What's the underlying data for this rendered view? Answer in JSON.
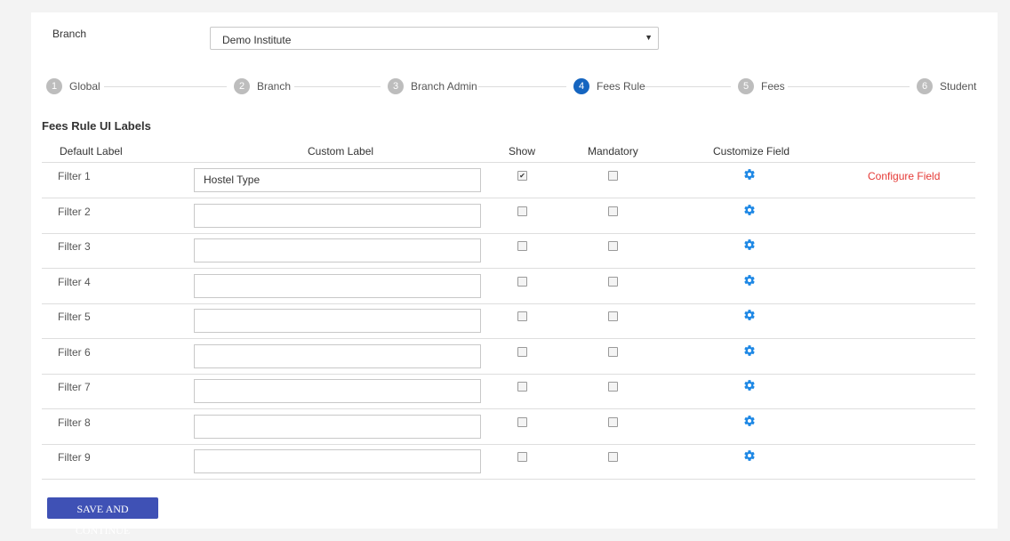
{
  "branch": {
    "label": "Branch",
    "selected": "Demo Institute"
  },
  "steps": [
    {
      "num": "1",
      "label": "Global"
    },
    {
      "num": "2",
      "label": "Branch"
    },
    {
      "num": "3",
      "label": "Branch Admin"
    },
    {
      "num": "4",
      "label": "Fees Rule",
      "active": true
    },
    {
      "num": "5",
      "label": "Fees"
    },
    {
      "num": "6",
      "label": "Student"
    }
  ],
  "section_title": "Fees Rule UI Labels",
  "table": {
    "headers": {
      "default_label": "Default Label",
      "custom_label": "Custom Label",
      "show": "Show",
      "mandatory": "Mandatory",
      "customize_field": "Customize Field"
    },
    "rows": [
      {
        "label": "Filter 1",
        "custom": "Hostel Type",
        "show": true,
        "mandatory": false,
        "configure_text": "Configure Field"
      },
      {
        "label": "Filter 2",
        "custom": "",
        "show": false,
        "mandatory": false
      },
      {
        "label": "Filter 3",
        "custom": "",
        "show": false,
        "mandatory": false
      },
      {
        "label": "Filter 4",
        "custom": "",
        "show": false,
        "mandatory": false
      },
      {
        "label": "Filter 5",
        "custom": "",
        "show": false,
        "mandatory": false
      },
      {
        "label": "Filter 6",
        "custom": "",
        "show": false,
        "mandatory": false
      },
      {
        "label": "Filter 7",
        "custom": "",
        "show": false,
        "mandatory": false
      },
      {
        "label": "Filter 8",
        "custom": "",
        "show": false,
        "mandatory": false
      },
      {
        "label": "Filter 9",
        "custom": "",
        "show": false,
        "mandatory": false
      }
    ]
  },
  "save_button": "Save and Continue",
  "colors": {
    "accent": "#1565c0",
    "gear": "#1e88e5",
    "configure": "#e53935",
    "button": "#3f51b5",
    "step_inactive": "#bdbdbd"
  },
  "icons": {
    "gear": "gear-icon",
    "caret": "caret-down-icon",
    "check": "check-icon"
  }
}
